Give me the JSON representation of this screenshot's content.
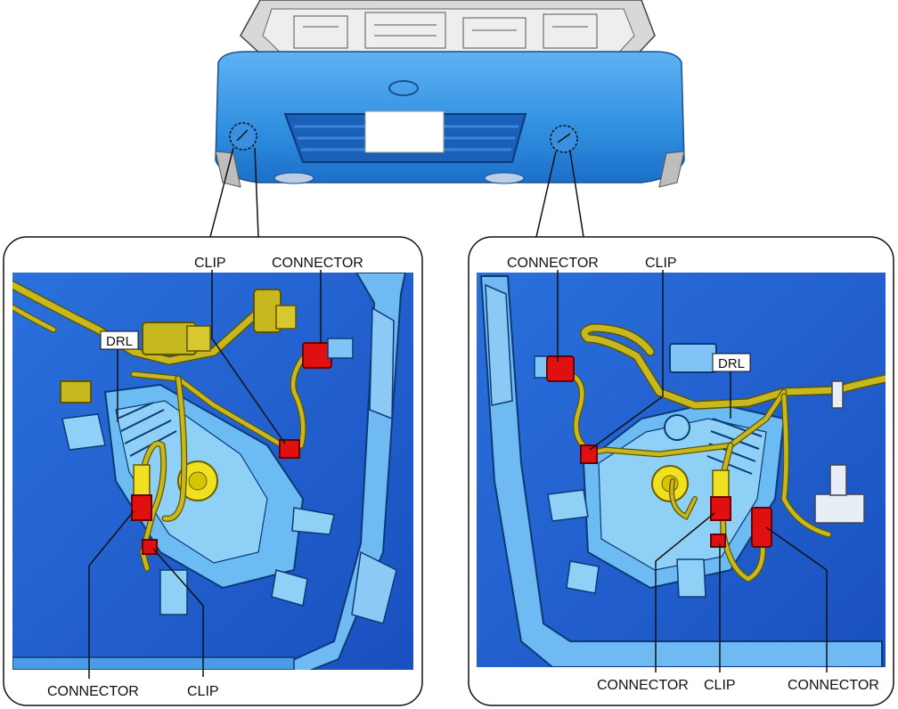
{
  "left_panel": {
    "labels": {
      "clip_top": "CLIP",
      "connector_top": "CONNECTOR",
      "drl": "DRL",
      "connector_bottom": "CONNECTOR",
      "clip_bottom": "CLIP"
    }
  },
  "right_panel": {
    "labels": {
      "connector_top": "CONNECTOR",
      "clip_top": "CLIP",
      "drl": "DRL",
      "connector_bottom_left": "CONNECTOR",
      "clip_bottom": "CLIP",
      "connector_bottom_right": "CONNECTOR"
    }
  },
  "colors": {
    "bumper": "#2f8fe0",
    "panel_bg": "#1c5fd0",
    "lamp": "#5fb4f0",
    "harness": "#c8b820",
    "connector_red": "#e01010",
    "connector_yellow": "#f0e020"
  }
}
